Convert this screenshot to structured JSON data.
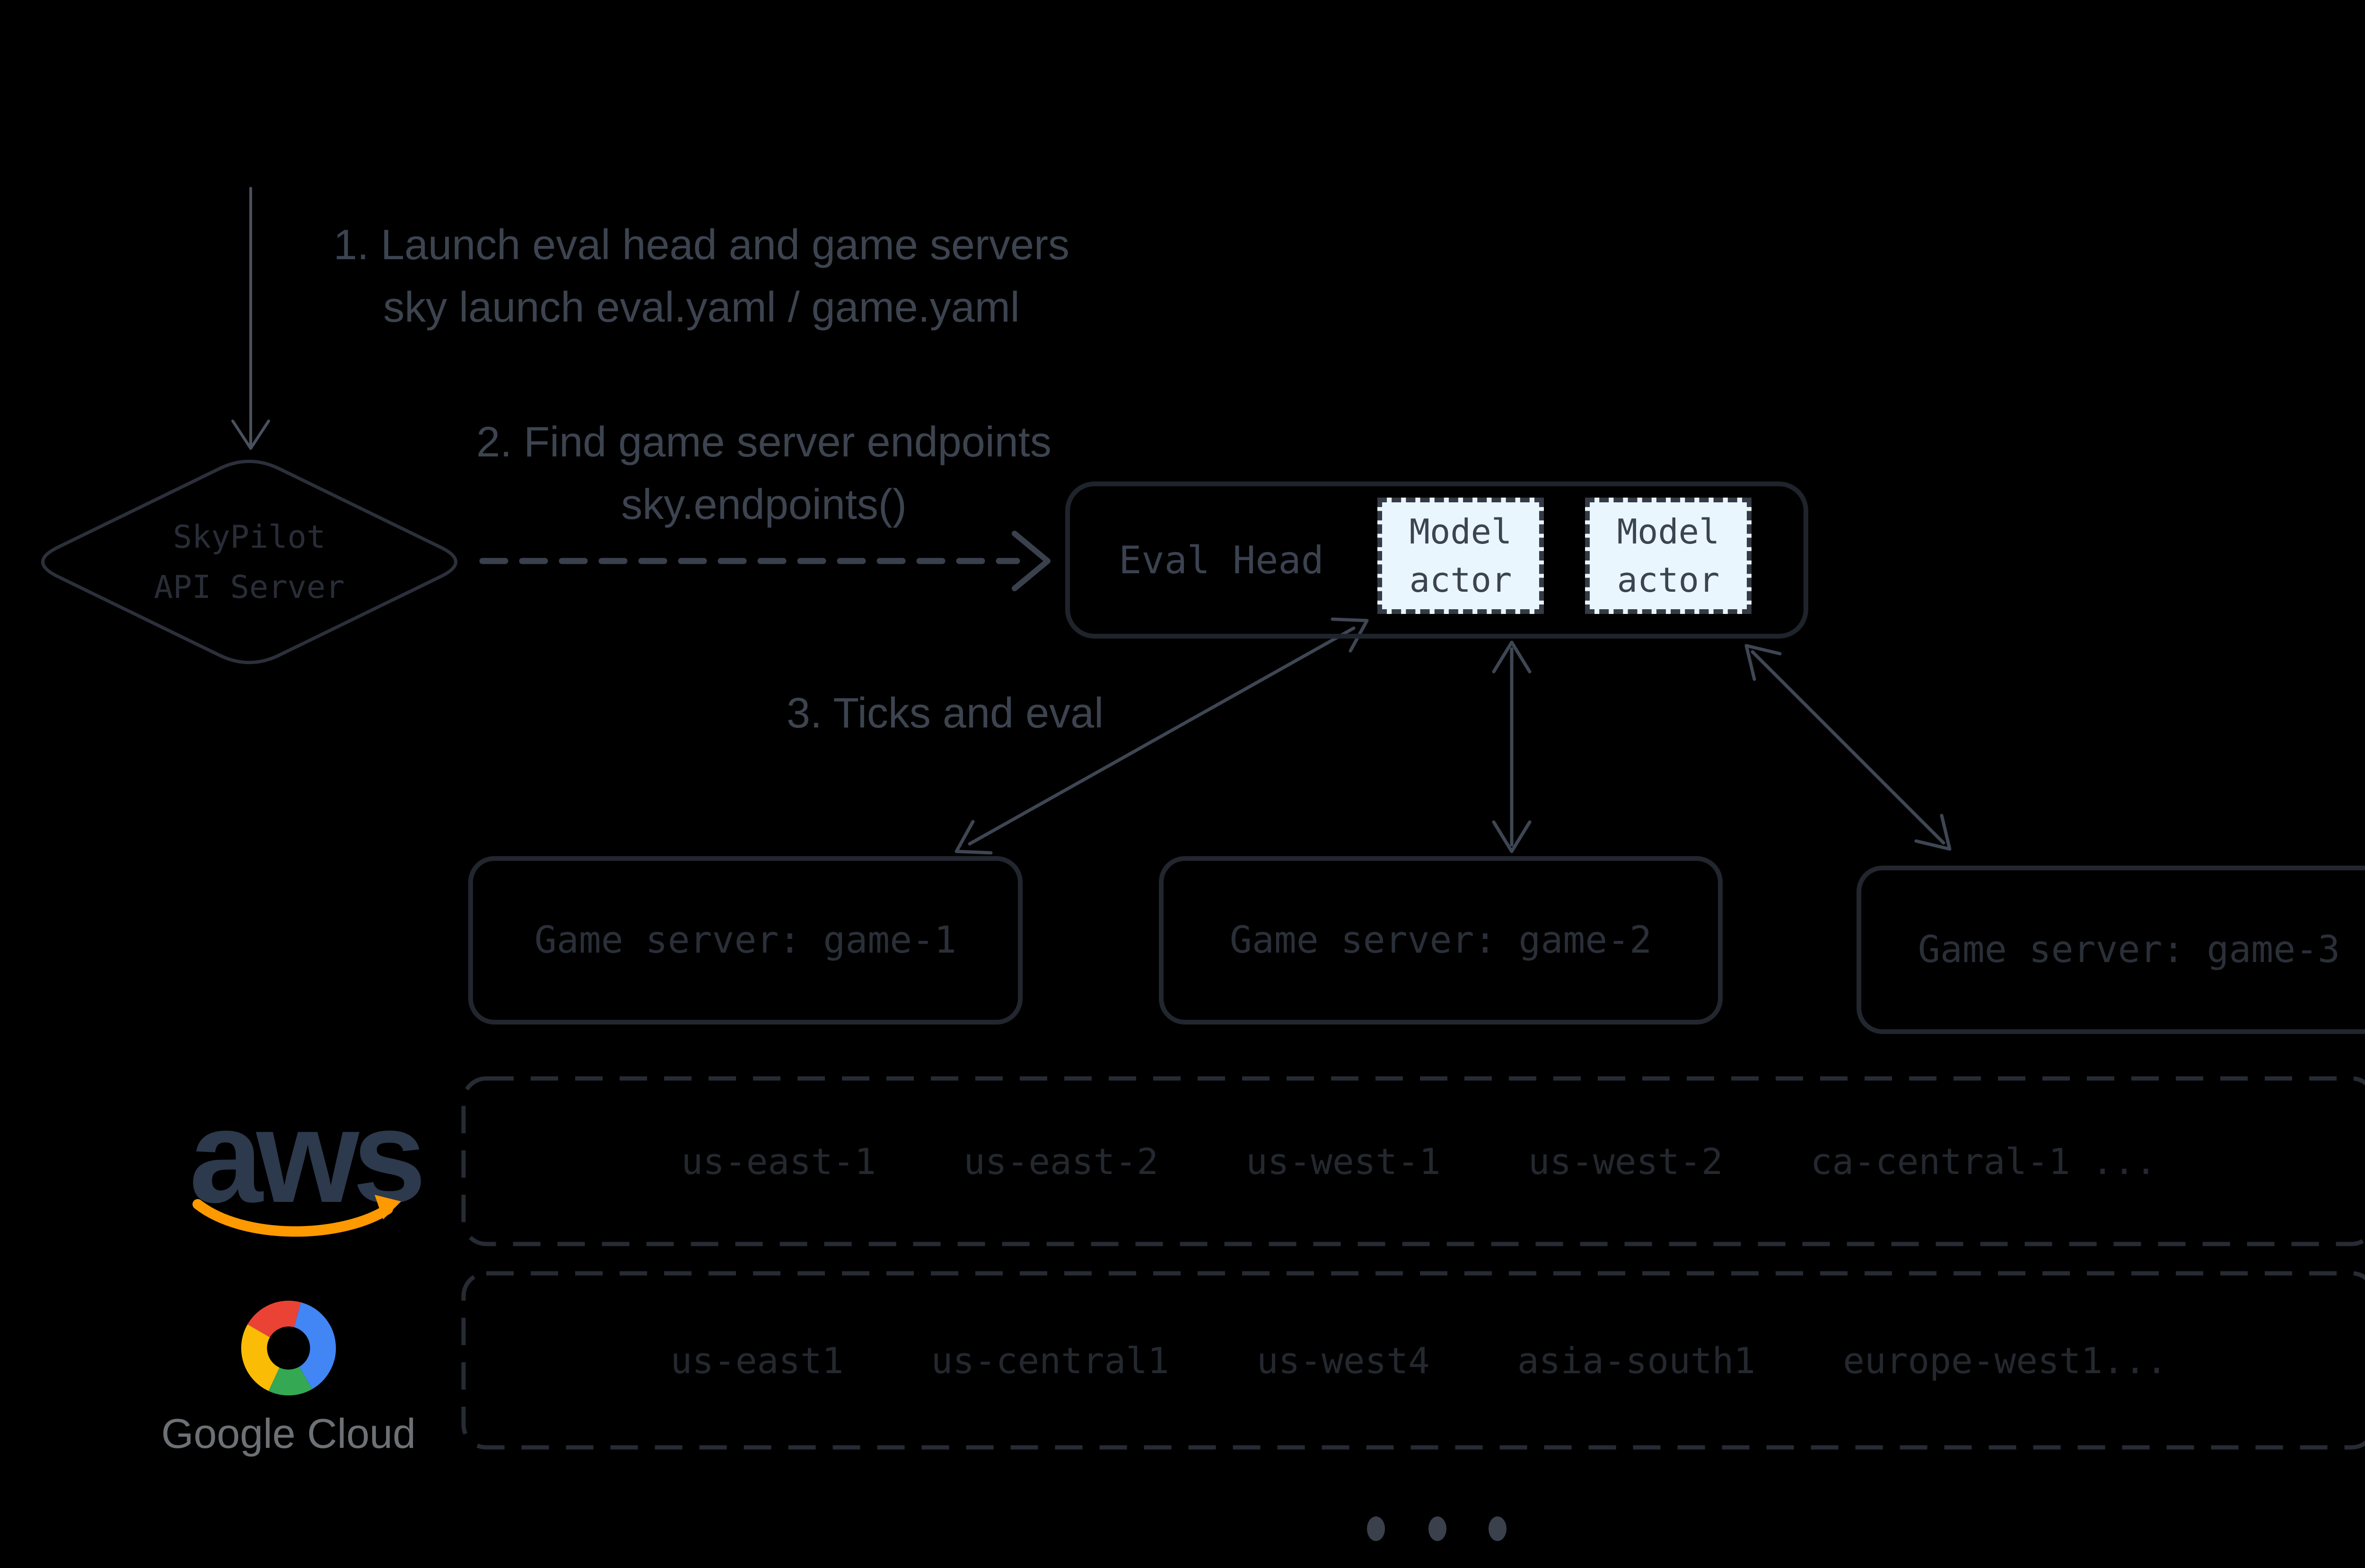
{
  "annotations": {
    "step1_line1": "1. Launch eval head and game servers",
    "step1_line2": "sky launch eval.yaml / game.yaml",
    "step2_line1": "2. Find game server endpoints",
    "step2_line2": "sky.endpoints()",
    "step3": "3. Ticks and eval"
  },
  "api_server": {
    "line1": "SkyPilot",
    "line2": "API Server"
  },
  "eval_head": {
    "label": "Eval Head",
    "actors": [
      {
        "label": "Model actor"
      },
      {
        "label": "Model actor"
      }
    ]
  },
  "game_servers": [
    {
      "label": "Game server: game-1"
    },
    {
      "label": "Game server: game-2"
    },
    {
      "label": "Game server: game-3"
    }
  ],
  "providers": {
    "aws": {
      "name": "aws",
      "regions": [
        "us-east-1",
        "us-east-2",
        "us-west-1",
        "us-west-2",
        "ca-central-1 ..."
      ]
    },
    "gcp": {
      "name": "Google Cloud",
      "regions": [
        "us-east1",
        "us-central1",
        "us-west4",
        "asia-south1",
        "europe-west1..."
      ]
    }
  },
  "colors": {
    "background": "#000000",
    "annotation_text": "#3d4450",
    "box_stroke": "#22262e",
    "mono_text": "#2a2f38",
    "model_actor_fill": "#e9f6fd",
    "model_actor_stroke": "#343a46",
    "arrow": "#3f4653",
    "aws_navy": "#2d394c",
    "aws_orange": "#ff9900",
    "google_red": "#ea4335",
    "google_blue": "#4285f4",
    "google_green": "#34a853",
    "google_yellow": "#fbbc05",
    "google_gray": "#6d7175"
  }
}
